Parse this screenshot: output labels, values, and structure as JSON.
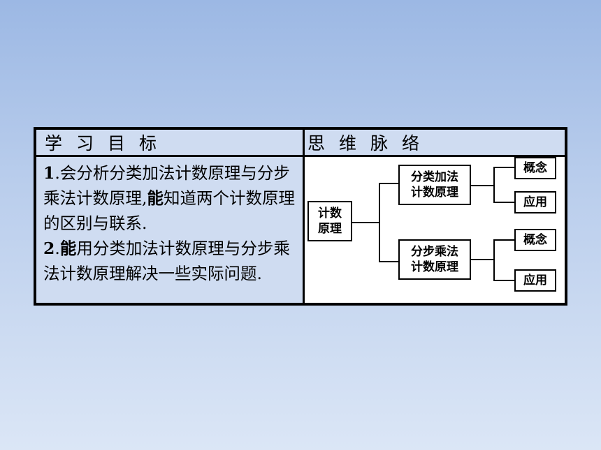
{
  "header": {
    "left": "学习目标",
    "right": "思维脉络"
  },
  "objectives": [
    {
      "num": "1",
      "text": ".会分析分类加法计数原理与分步乘法计数原理,",
      "bold": "能",
      "rest": "知道两个计数原理的区别与联系."
    },
    {
      "num": "2",
      "text": ".",
      "bold": "能",
      "rest": "用分类加法计数原理与分步乘法计数原理解决一些实际问题."
    }
  ],
  "diagram": {
    "root": {
      "line1": "计数",
      "line2": "原理"
    },
    "branch1": {
      "line1": "分类加法",
      "line2": "计数原理"
    },
    "branch2": {
      "line1": "分步乘法",
      "line2": "计数原理"
    },
    "leaf1a": "概念",
    "leaf1b": "应用",
    "leaf2a": "概念",
    "leaf2b": "应用"
  }
}
